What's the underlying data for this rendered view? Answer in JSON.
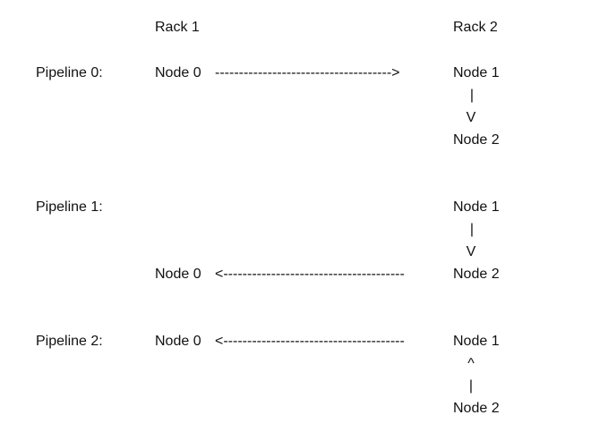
{
  "racks": {
    "rack1": "Rack 1",
    "rack2": "Rack 2"
  },
  "pipelines": [
    {
      "label": "Pipeline 0:",
      "rack1_node": "Node 0",
      "arrow": "------------------------------------->",
      "rack2_top": "Node 1",
      "vbar": "|",
      "vhead": "V",
      "rack2_bottom": "Node 2"
    },
    {
      "label": "Pipeline 1:",
      "rack2_top": "Node 1",
      "vbar": "|",
      "vhead": "V",
      "rack1_node": "Node 0",
      "arrow": "<--------------------------------------",
      "rack2_bottom": "Node 2"
    },
    {
      "label": "Pipeline 2:",
      "rack1_node": "Node 0",
      "arrow": "<--------------------------------------",
      "rack2_top": "Node 1",
      "vhead": "^",
      "vbar": "|",
      "rack2_bottom": "Node 2"
    }
  ]
}
